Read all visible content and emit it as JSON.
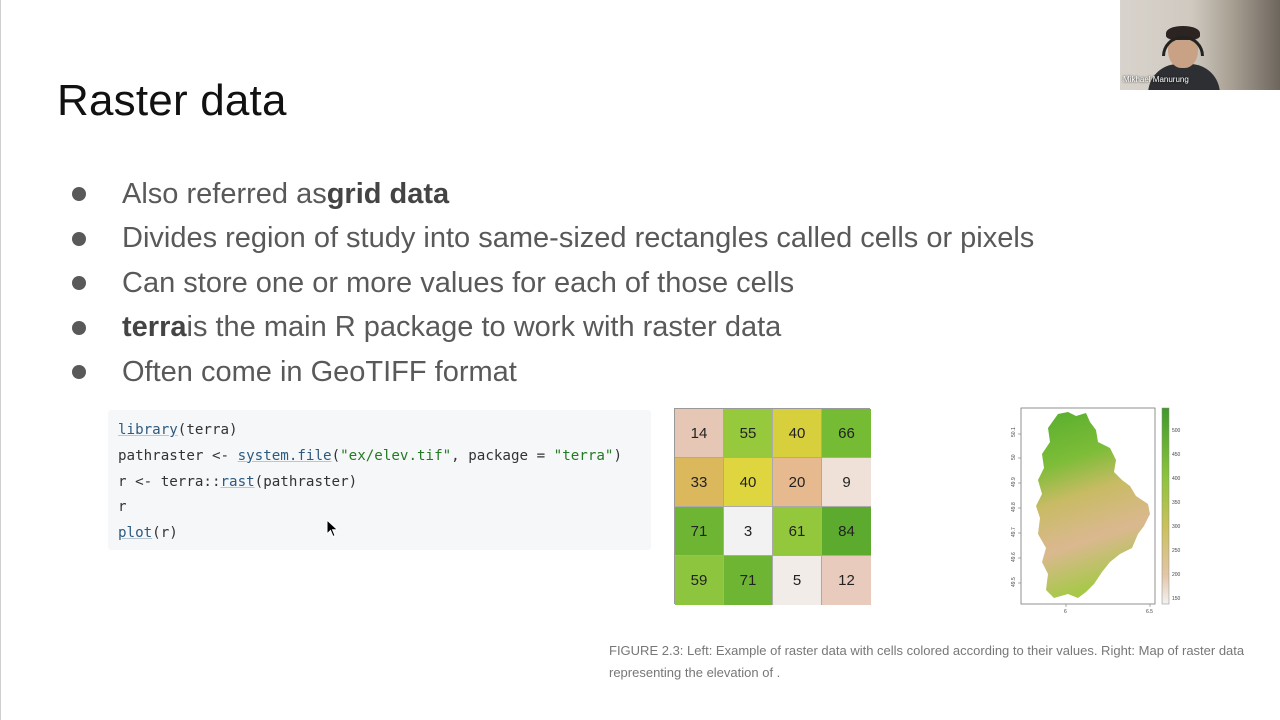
{
  "slide": {
    "title": "Raster data",
    "bullets": [
      {
        "pre": "Also referred as ",
        "bold": "grid data",
        "post": ""
      },
      {
        "pre": "Divides region of study into same-sized rectangles called cells or pixels",
        "bold": "",
        "post": ""
      },
      {
        "pre": "Can store one or more values for each of those cells",
        "bold": "",
        "post": ""
      },
      {
        "pre": "",
        "bold": "terra",
        "post": " is the main R package to work with raster data"
      },
      {
        "pre": "Often come in GeoTIFF format",
        "bold": "",
        "post": ""
      }
    ]
  },
  "code": {
    "l1": {
      "fn": "library",
      "a": "(terra)"
    },
    "l2": {
      "a": "pathraster <- ",
      "fn": "system.file",
      "b": "(",
      "s1": "\"ex/elev.tif\"",
      "c": ", package = ",
      "s2": "\"terra\"",
      "d": ")"
    },
    "l3": {
      "a": "r <- terra::",
      "fn": "rast",
      "b": "(pathraster)"
    },
    "l4": {
      "a": "r"
    },
    "l5": {
      "fn": "plot",
      "a": "(r)"
    }
  },
  "grid": {
    "values": [
      14,
      55,
      40,
      66,
      33,
      40,
      20,
      9,
      71,
      3,
      61,
      84,
      59,
      71,
      5,
      12
    ],
    "colors": [
      "#e6c7b5",
      "#97c93d",
      "#d8cf3c",
      "#76bb34",
      "#dcb85c",
      "#dfd63f",
      "#e6b98f",
      "#efe1d7",
      "#6fb534",
      "#f2f2f2",
      "#93c83c",
      "#5cab2e",
      "#8ec53e",
      "#6fb534",
      "#f2ece8",
      "#e9cbbd"
    ]
  },
  "map": {
    "legend_ticks": [
      "500",
      "450",
      "400",
      "350",
      "300",
      "250",
      "200",
      "150"
    ],
    "x_ticks": [
      "6",
      "6.5"
    ],
    "y_ticks": [
      "50.1",
      "50",
      "49.9",
      "49.8",
      "49.7",
      "49.6",
      "49.5"
    ]
  },
  "caption": "FIGURE 2.3: Left: Example of raster data with cells colored according to their values. Right: Map of raster data representing the elevation of .",
  "webcam": {
    "name": "Mikhael Manurung"
  }
}
